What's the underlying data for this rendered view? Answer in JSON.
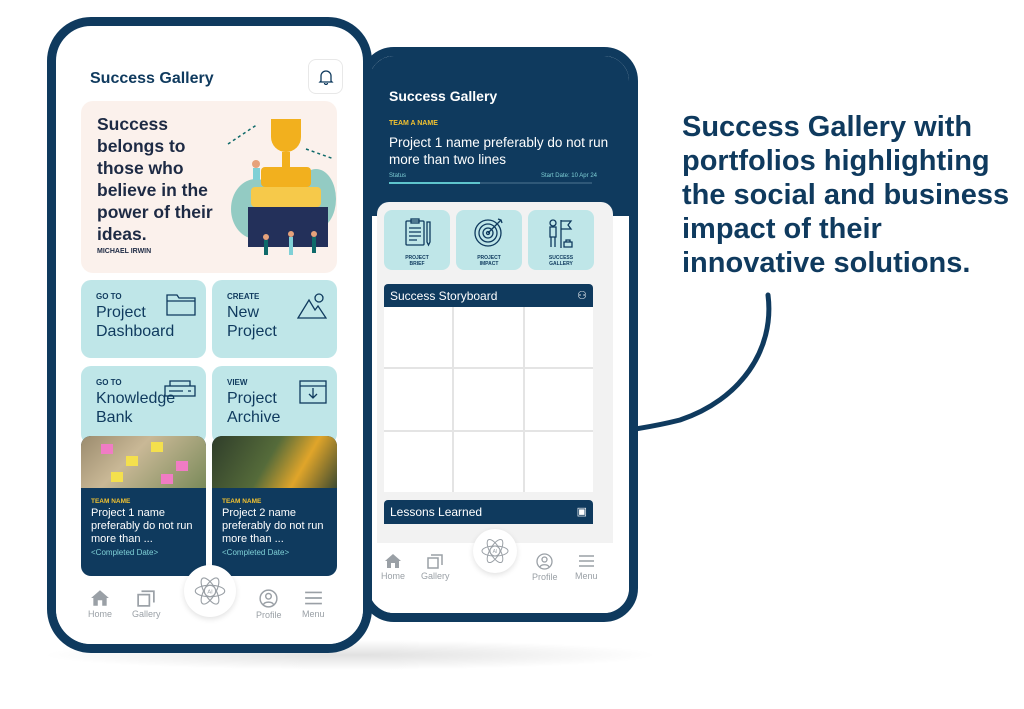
{
  "annotation": "Success Gallery with portfolios highlighting the social and business impact of their innovative solutions.",
  "left_phone": {
    "title": "Success Gallery",
    "quote": {
      "text": "Success belongs to those who believe in the power of their ideas.",
      "author": "MICHAEL IRWIN"
    },
    "tiles": [
      {
        "sub": "GO TO",
        "title": "Project Dashboard",
        "icon": "folder-icon"
      },
      {
        "sub": "CREATE",
        "title": "New Project",
        "icon": "mountain-image-icon"
      },
      {
        "sub": "GO TO",
        "title": "Knowledge Bank",
        "icon": "server-icon"
      },
      {
        "sub": "VIEW",
        "title": "Project Archive",
        "icon": "archive-download-icon"
      }
    ],
    "cards": [
      {
        "team": "TEAM NAME",
        "project": "Project 1 name preferably do not run more than ...",
        "date": "<Completed Date>"
      },
      {
        "team": "TEAM NAME",
        "project": "Project 2 name preferably do not run more than ...",
        "date": "<Completed Date>"
      }
    ],
    "nav": {
      "home": "Home",
      "gallery": "Gallery",
      "ai": "AI",
      "profile": "Profile",
      "menu": "Menu"
    }
  },
  "right_phone": {
    "title": "Success Gallery",
    "team": "TEAM A NAME",
    "project": "Project 1 name preferably do not run more than two lines",
    "status_label": "Status",
    "start_date": "Start Date: 10 Apr 24",
    "progress": 0.45,
    "icon_tiles": [
      {
        "label": "PROJECT BRIEF"
      },
      {
        "label": "PROJECT IMPACT"
      },
      {
        "label": "SUCCESS GALLERY"
      }
    ],
    "storyboard": "Success Storyboard",
    "lessons": "Lessons Learned",
    "nav": {
      "home": "Home",
      "gallery": "Gallery",
      "ai": "AI",
      "profile": "Profile",
      "menu": "Menu"
    }
  },
  "colors": {
    "navy": "#0f3a5e",
    "teal": "#bfe6e8",
    "yellow": "#f2c230"
  }
}
